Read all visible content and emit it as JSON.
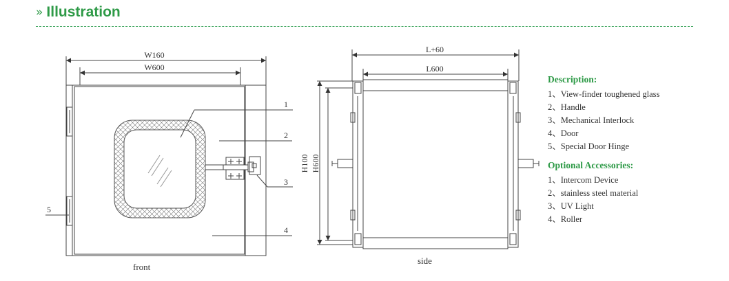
{
  "header": {
    "title": "Illustration",
    "chevron": "»"
  },
  "front": {
    "caption": "front",
    "dims": {
      "outer": "W160",
      "inner": "W600"
    },
    "callouts": [
      "1",
      "2",
      "3",
      "4",
      "5"
    ]
  },
  "side": {
    "caption": "side",
    "dims": {
      "outer_w": "L+60",
      "inner_w": "L600",
      "outer_h": "H100",
      "inner_h": "H600"
    }
  },
  "description": {
    "heading": "Description:",
    "items": [
      "1、View-finder toughened glass",
      "2、Handle",
      "3、Mechanical Interlock",
      "4、Door",
      "5、Special Door Hinge"
    ]
  },
  "optional": {
    "heading": "Optional Accessories:",
    "items": [
      "1、Intercom Device",
      "2、stainless steel material",
      "3、UV Light",
      "4、Roller"
    ]
  },
  "colors": {
    "accent": "#2e9a47",
    "line": "#444444"
  }
}
